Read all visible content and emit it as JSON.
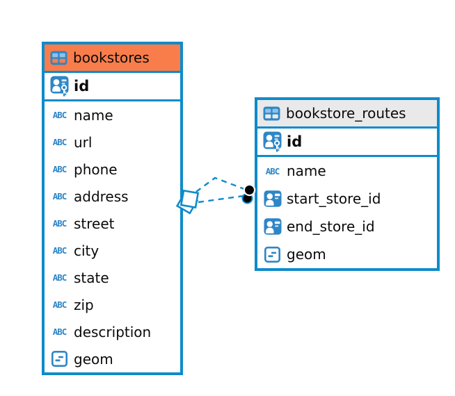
{
  "type_badge_text": "ABC",
  "colors": {
    "accent_blue": "#0E8BCA",
    "icon_blue": "#2E86C6",
    "selected_header_orange": "#F87D4B",
    "header_gray": "#E9E9E9",
    "relationship_dot_black": "#050505"
  },
  "tables": [
    {
      "name": "bookstores",
      "primary_key": "id",
      "fields": [
        {
          "label": "name",
          "type": "text"
        },
        {
          "label": "url",
          "type": "text"
        },
        {
          "label": "phone",
          "type": "text"
        },
        {
          "label": "address",
          "type": "text"
        },
        {
          "label": "street",
          "type": "text"
        },
        {
          "label": "city",
          "type": "text"
        },
        {
          "label": "state",
          "type": "text"
        },
        {
          "label": "zip",
          "type": "text"
        },
        {
          "label": "description",
          "type": "text"
        },
        {
          "label": "geom",
          "type": "geometry"
        }
      ]
    },
    {
      "name": "bookstore_routes",
      "primary_key": "id",
      "fields": [
        {
          "label": "name",
          "type": "text"
        },
        {
          "label": "start_store_id",
          "type": "foreign_id"
        },
        {
          "label": "end_store_id",
          "type": "foreign_id"
        },
        {
          "label": "geom",
          "type": "geometry"
        }
      ]
    }
  ],
  "relationships": [
    {
      "from_table": "bookstore_routes",
      "to_table": "bookstores"
    },
    {
      "from_table": "bookstore_routes",
      "to_table": "bookstores"
    }
  ]
}
